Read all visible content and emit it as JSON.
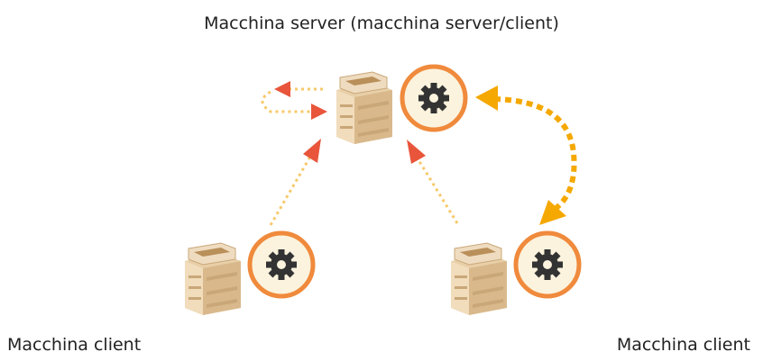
{
  "labels": {
    "server": "Macchina server (macchina server/client)",
    "client_left": "Macchina client",
    "client_right": "Macchina client"
  },
  "colors": {
    "arrow_red": "#e8553b",
    "dotted_light": "#f7c96a",
    "arrow_orange": "#f5a800",
    "gear_ring": "#f08a3c",
    "gear_fill": "#fbf3dd",
    "gear_icon": "#333333",
    "machine_body": "#e8cfa8",
    "machine_shadow": "#c9a778"
  },
  "icons": {
    "server_machine": "multifunction-printer-icon",
    "server_gear": "gear-icon",
    "client_machine": "multifunction-printer-icon",
    "client_gear": "gear-icon"
  }
}
